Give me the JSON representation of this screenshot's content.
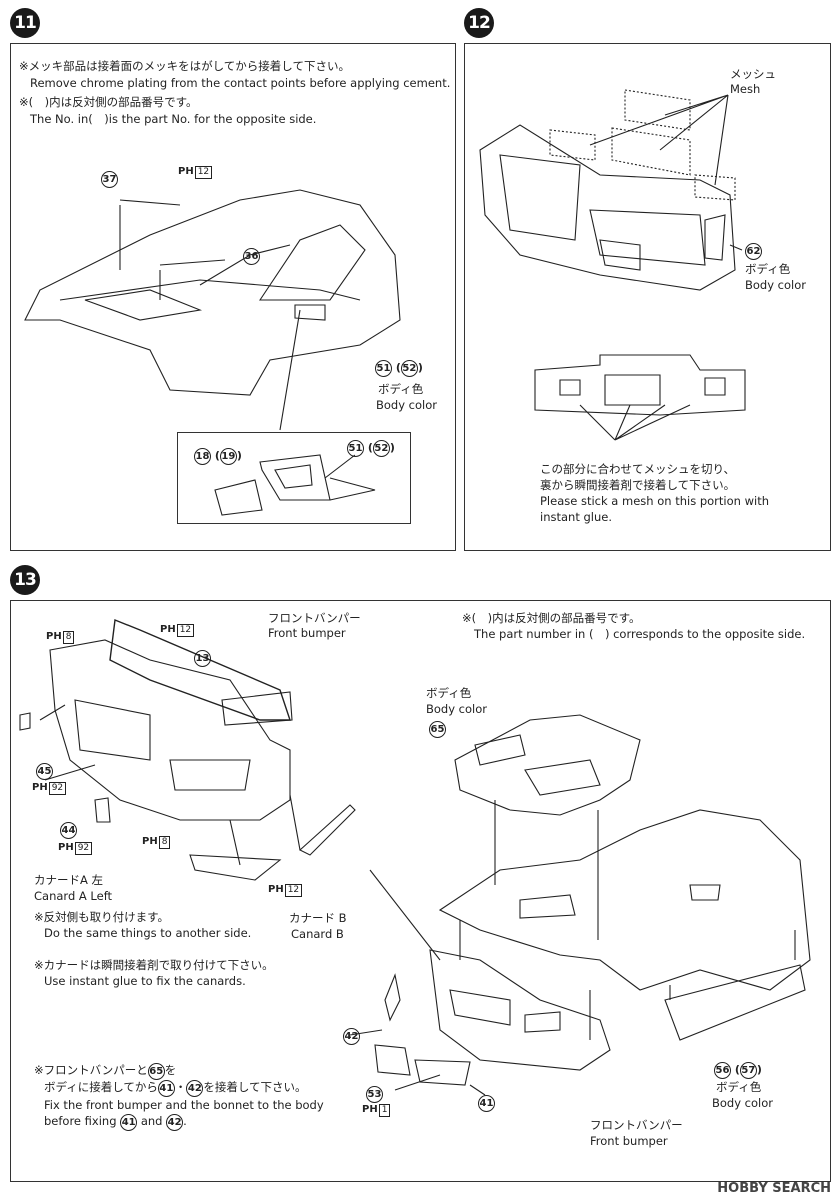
{
  "steps": {
    "s11": "11",
    "s12": "12",
    "s13": "13"
  },
  "step11": {
    "note1_jp": "※メッキ部品は接着面のメッキをはがしてから接着して下さい。",
    "note1_en": "Remove chrome plating from the contact points before applying cement.",
    "note2_jp": "※(　)内は反対側の部品番号です。",
    "note2_en": "The No. in(　)is the part No. for the opposite side.",
    "p37": "37",
    "p36": "36",
    "ph": "PH",
    "ph_box": "12",
    "p51": "51",
    "p52": "52",
    "body_jp": "ボディ色",
    "body_en": "Body color",
    "inset_p18": "18",
    "inset_p19": "19",
    "inset_p51": "51",
    "inset_p52": "52"
  },
  "step12": {
    "mesh_jp": "メッシュ",
    "mesh_en": "Mesh",
    "p62": "62",
    "body_jp": "ボディ色",
    "body_en": "Body color",
    "note_jp1": "この部分に合わせてメッシュを切り、",
    "note_jp2": "裏から瞬間接着剤で接着して下さい。",
    "note_en1": "Please stick a mesh on this portion with",
    "note_en2": "instant glue."
  },
  "step13": {
    "fb_jp": "フロントバンパー",
    "fb_en": "Front bumper",
    "ph": "PH",
    "ph8": "8",
    "ph12": "12",
    "ph92": "92",
    "ph1": "1",
    "p13": "13",
    "p45": "45",
    "p44": "44",
    "canard_a_jp": "カナードA 左",
    "canard_a_en": "Canard A Left",
    "canard_b_jp": "カナード B",
    "canard_b_en": "Canard B",
    "same_jp": "※反対側も取り付けます。",
    "same_en": "Do the same things to another side.",
    "glue_jp": "※カナードは瞬間接着剤で取り付けて下さい。",
    "glue_en": "Use instant glue to fix the canards.",
    "opp_jp": "※(　)内は反対側の部品番号です。",
    "opp_en": "The part number in (　) corresponds to the opposite side.",
    "body_jp": "ボディ色",
    "body_en": "Body color",
    "p65": "65",
    "p42": "42",
    "p53": "53",
    "p41": "41",
    "p56": "56",
    "p57": "57",
    "fix_jp1": "※フロントバンパーと",
    "fix_jp1b": "を",
    "fix_jp2": "ボディに接着してから",
    "fix_jp2b": "・",
    "fix_jp2c": "を接着して下さい。",
    "fix_en1": "Fix the front bumper and the bonnet  to the body",
    "fix_en2": "before fixing",
    "fix_en2b": "and",
    "fix_en2c": "."
  },
  "watermark": "HOBBY SEARCH"
}
